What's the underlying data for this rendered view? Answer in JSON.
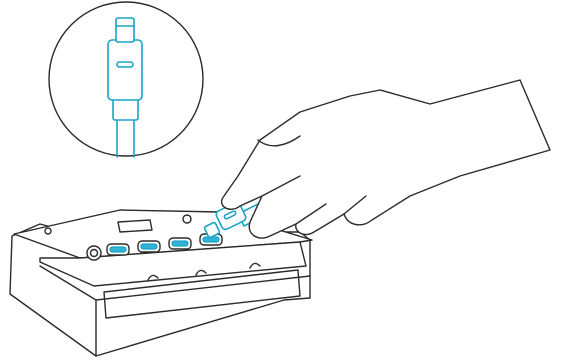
{
  "illustration": {
    "subject": "hand-inserting-usb-c-cable-into-device-port",
    "icons": [
      "usb-c-connector-zoom-icon",
      "usb-c-port-icon",
      "hand-icon",
      "device-icon"
    ],
    "colors": {
      "line": "#2b2b2b",
      "accent": "#1aa3c6",
      "port_fill": "#2fb4d6",
      "background": "#ffffff"
    },
    "port_count": 4,
    "highlighted_port": 4
  }
}
